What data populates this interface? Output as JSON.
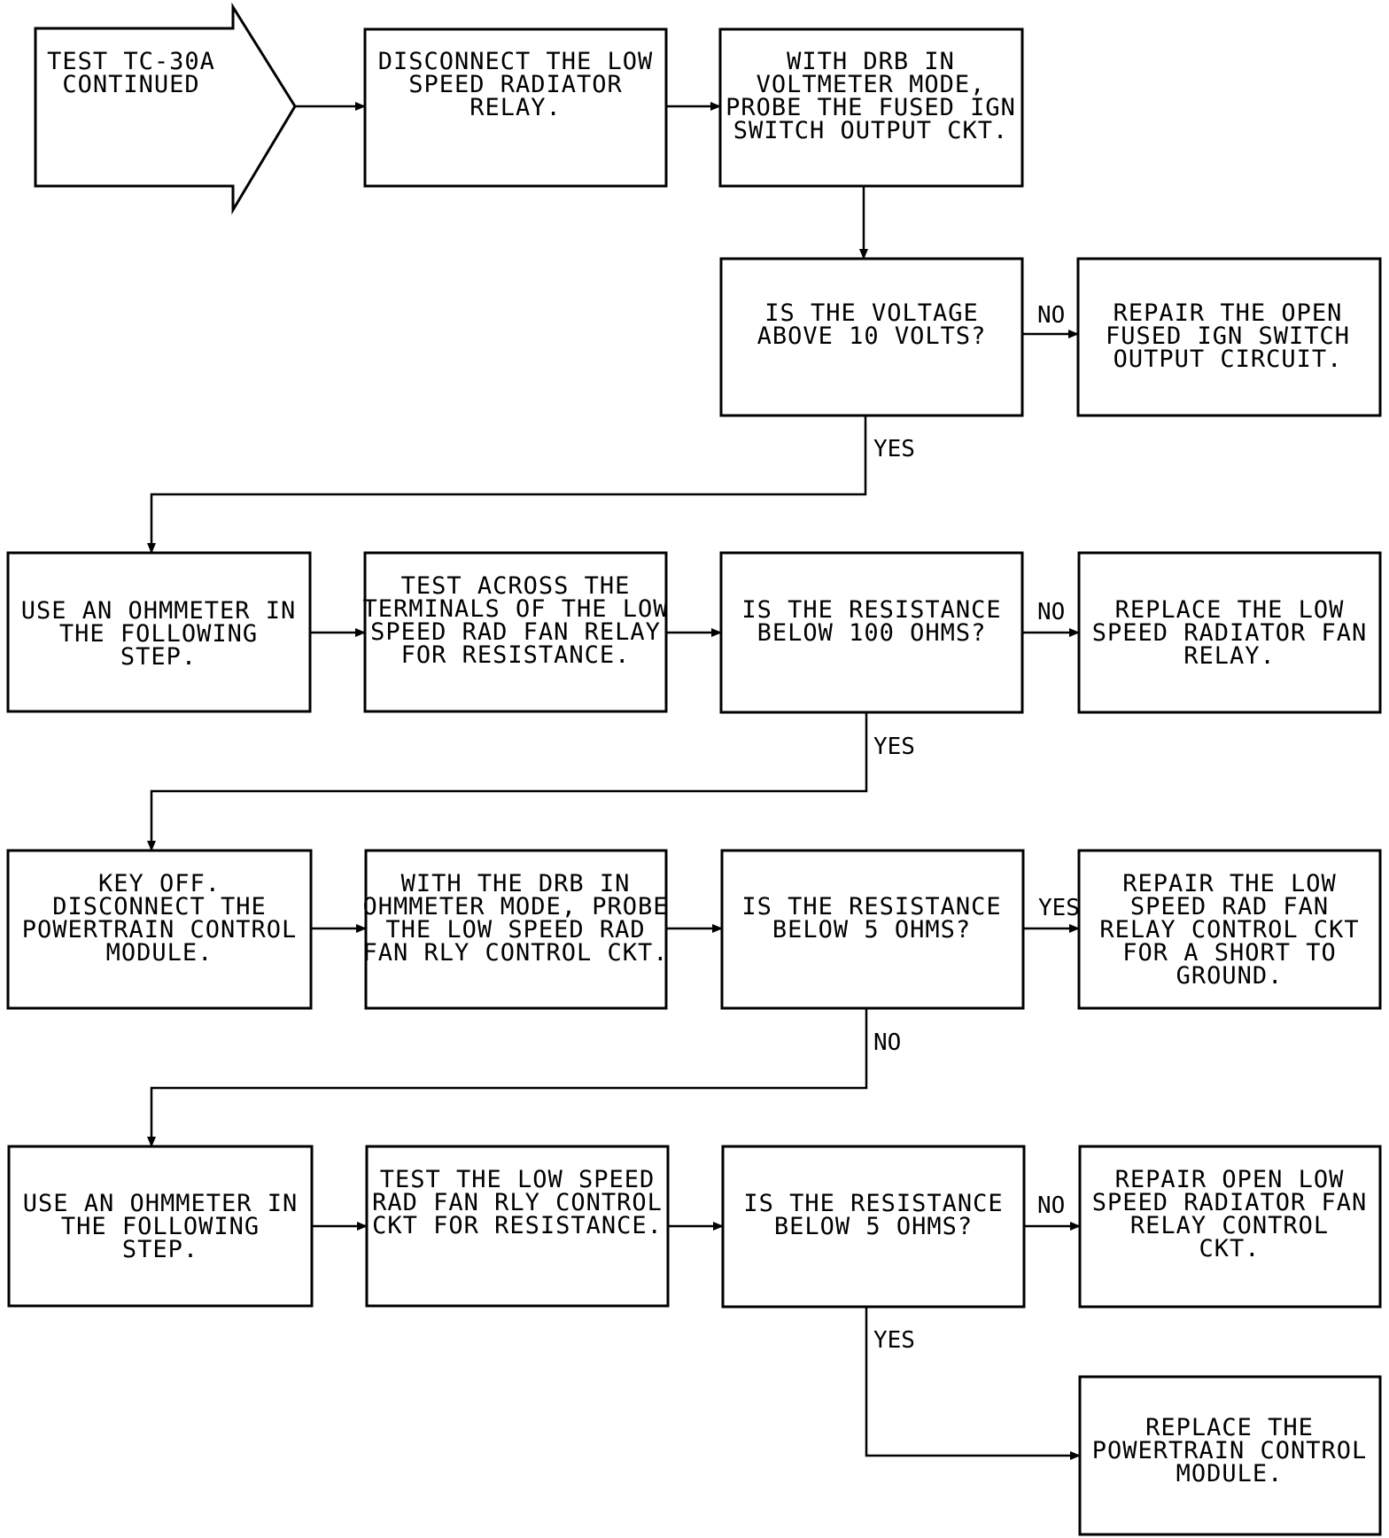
{
  "colors": {
    "stroke": "#000000",
    "background": "#ffffff"
  },
  "boxes": {
    "start": [
      "TEST TC-30A",
      "CONTINUED"
    ],
    "disconnect_relay": [
      "DISCONNECT THE LOW",
      "SPEED RADIATOR",
      "RELAY."
    ],
    "probe_fused_ign": [
      "WITH DRB IN",
      "VOLTMETER MODE,",
      "PROBE THE FUSED IGN",
      "SWITCH OUTPUT CKT."
    ],
    "q_voltage": [
      "IS THE VOLTAGE",
      "ABOVE 10 VOLTS?"
    ],
    "repair_open_fused": [
      "REPAIR THE OPEN",
      "FUSED IGN SWITCH",
      "OUTPUT CIRCUIT."
    ],
    "ohmmeter_1": [
      "USE AN OHMMETER IN",
      "THE FOLLOWING",
      "STEP."
    ],
    "test_across_terminals": [
      "TEST ACROSS THE",
      "TERMINALS OF THE LOW",
      "SPEED RAD FAN RELAY",
      "FOR RESISTANCE."
    ],
    "q_resistance_100": [
      "IS THE RESISTANCE",
      "BELOW 100 OHMS?"
    ],
    "replace_relay": [
      "REPLACE THE LOW",
      "SPEED RADIATOR FAN",
      "RELAY."
    ],
    "key_off": [
      "KEY OFF.",
      "DISCONNECT THE",
      "POWERTRAIN CONTROL",
      "MODULE."
    ],
    "probe_control_ckt": [
      "WITH THE DRB IN",
      "OHMMETER MODE, PROBE",
      "THE LOW SPEED RAD",
      "FAN RLY CONTROL CKT."
    ],
    "q_resistance_5a": [
      "IS THE RESISTANCE",
      "BELOW 5 OHMS?"
    ],
    "repair_short": [
      "REPAIR THE LOW",
      "SPEED RAD FAN",
      "RELAY CONTROL CKT",
      "FOR A SHORT TO",
      "GROUND."
    ],
    "ohmmeter_2": [
      "USE AN OHMMETER IN",
      "THE FOLLOWING",
      "STEP."
    ],
    "test_control_ckt": [
      "TEST THE LOW SPEED",
      "RAD FAN RLY CONTROL",
      "CKT FOR RESISTANCE."
    ],
    "q_resistance_5b": [
      "IS THE RESISTANCE",
      "BELOW 5 OHMS?"
    ],
    "repair_open_control": [
      "REPAIR OPEN LOW",
      "SPEED RADIATOR FAN",
      "RELAY CONTROL",
      "CKT."
    ],
    "replace_pcm": [
      "REPLACE THE",
      "POWERTRAIN CONTROL",
      "MODULE."
    ]
  },
  "labels": {
    "voltage_no": "NO",
    "voltage_yes": "YES",
    "res100_no": "NO",
    "res100_yes": "YES",
    "res5a_yes": "YES",
    "res5a_no": "NO",
    "res5b_no": "NO",
    "res5b_yes": "YES"
  }
}
